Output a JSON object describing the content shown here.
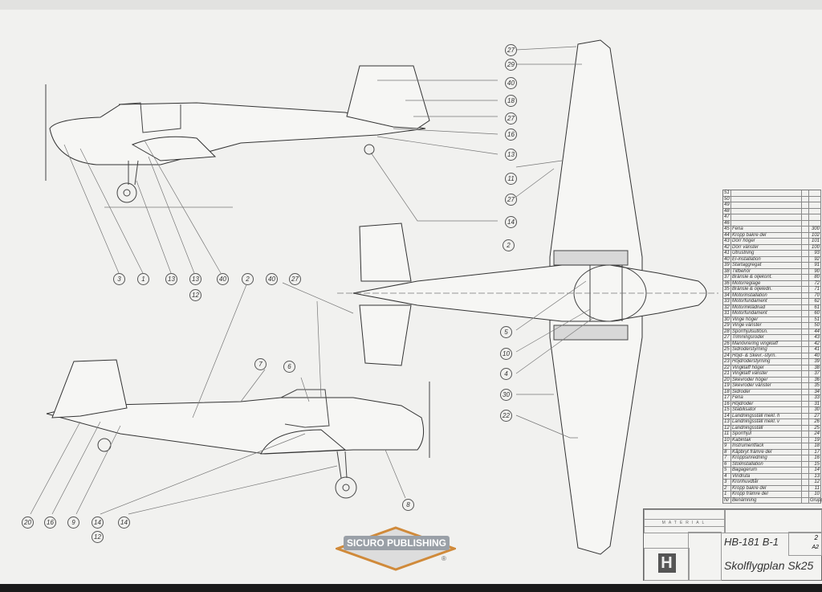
{
  "drawing": {
    "designation": "HB-181 B-1",
    "title": "Skolflygplan Sk25",
    "sheet_no": "2",
    "sheet_format": "A2",
    "material_label": "MATERIAL",
    "logo_letter": "H"
  },
  "watermark": {
    "text": "SICURO PUBLISHING",
    "mark": "®"
  },
  "parts_list": {
    "header": {
      "nr": "Nr",
      "name": "Benämning",
      "group": "Grupp"
    },
    "rows": [
      {
        "nr": "51",
        "name": "",
        "group": ""
      },
      {
        "nr": "50",
        "name": "",
        "group": ""
      },
      {
        "nr": "49",
        "name": "",
        "group": ""
      },
      {
        "nr": "48",
        "name": "",
        "group": ""
      },
      {
        "nr": "47",
        "name": "",
        "group": ""
      },
      {
        "nr": "46",
        "name": "",
        "group": ""
      },
      {
        "nr": "45",
        "name": "Fena",
        "group": "300"
      },
      {
        "nr": "44",
        "name": "Kropp bakre del",
        "group": "102"
      },
      {
        "nr": "43",
        "name": "Dörr höger",
        "group": "101"
      },
      {
        "nr": "42",
        "name": "Dörr vänster",
        "group": "100"
      },
      {
        "nr": "41",
        "name": "Utrustning",
        "group": "93"
      },
      {
        "nr": "40",
        "name": "El-installation",
        "group": "92"
      },
      {
        "nr": "39",
        "name": "Startaggregat",
        "group": "91"
      },
      {
        "nr": "38",
        "name": "Tillbehör",
        "group": "90"
      },
      {
        "nr": "37",
        "name": "Bränsle & oljekont.",
        "group": "80"
      },
      {
        "nr": "36",
        "name": "Motorreglage",
        "group": "72"
      },
      {
        "nr": "35",
        "name": "Bränsle & oljeledn.",
        "group": "71"
      },
      {
        "nr": "34",
        "name": "Motorinstallation",
        "group": "70"
      },
      {
        "nr": "33",
        "name": "Motorfundament",
        "group": "62"
      },
      {
        "nr": "32",
        "name": "Motorinklädnad",
        "group": "61"
      },
      {
        "nr": "31",
        "name": "Motorfundament",
        "group": "60"
      },
      {
        "nr": "30",
        "name": "Vinge höger",
        "group": "51"
      },
      {
        "nr": "29",
        "name": "Vinge vänster",
        "group": "50"
      },
      {
        "nr": "28",
        "name": "Sporrhjulsutlösn.",
        "group": "44"
      },
      {
        "nr": "27",
        "name": "Trimningsroder",
        "group": "43"
      },
      {
        "nr": "26",
        "name": "Manövrering vingklaff",
        "group": "42"
      },
      {
        "nr": "25",
        "name": "Sidroderstyrning",
        "group": "41"
      },
      {
        "nr": "24",
        "name": "Höjd- & Skevr.-styrn.",
        "group": "40"
      },
      {
        "nr": "23",
        "name": "Höjdroderstyrning",
        "group": "39"
      },
      {
        "nr": "22",
        "name": "Vingklaff höger",
        "group": "38"
      },
      {
        "nr": "21",
        "name": "Vingklaff vänster",
        "group": "37"
      },
      {
        "nr": "20",
        "name": "Skevroder höger",
        "group": "36"
      },
      {
        "nr": "19",
        "name": "Skevroder vänster",
        "group": "35"
      },
      {
        "nr": "18",
        "name": "Sidroder",
        "group": "34"
      },
      {
        "nr": "17",
        "name": "Fena",
        "group": "33"
      },
      {
        "nr": "16",
        "name": "Höjdroder",
        "group": "31"
      },
      {
        "nr": "15",
        "name": "Stabilisator",
        "group": "30"
      },
      {
        "nr": "14",
        "name": "Landningsställ mekl. h",
        "group": "27"
      },
      {
        "nr": "13",
        "name": "Landningsställ mekl. v",
        "group": "26"
      },
      {
        "nr": "12",
        "name": "Landningsställ",
        "group": "25"
      },
      {
        "nr": "11",
        "name": "Sporrhjul",
        "group": "24"
      },
      {
        "nr": "10",
        "name": "Kabintak",
        "group": "19"
      },
      {
        "nr": "9",
        "name": "Instrumentfack",
        "group": "18"
      },
      {
        "nr": "8",
        "name": "Kåpbryt främre del",
        "group": "17"
      },
      {
        "nr": "7",
        "name": "Kroppsinredning",
        "group": "16"
      },
      {
        "nr": "6",
        "name": "Stolinstallation",
        "group": "15"
      },
      {
        "nr": "5",
        "name": "Bagagerum",
        "group": "14"
      },
      {
        "nr": "4",
        "name": "Vindruta",
        "group": "13"
      },
      {
        "nr": "3",
        "name": "Kronhuvdtår",
        "group": "12"
      },
      {
        "nr": "2",
        "name": "Kropp bakre del",
        "group": "11"
      },
      {
        "nr": "1",
        "name": "Kropp främre del",
        "group": "10"
      }
    ]
  },
  "callouts": {
    "side_top": [
      "3",
      "1",
      "13",
      "13",
      "12",
      "40",
      "2",
      "40",
      "27"
    ],
    "top_view": [
      "27",
      "29",
      "40",
      "18",
      "27",
      "16",
      "13",
      "11",
      "27",
      "14",
      "2",
      "5",
      "10",
      "4",
      "30",
      "22"
    ],
    "side_bottom": [
      "7",
      "6",
      "8",
      "20",
      "16",
      "9",
      "14",
      "12",
      "14"
    ]
  }
}
